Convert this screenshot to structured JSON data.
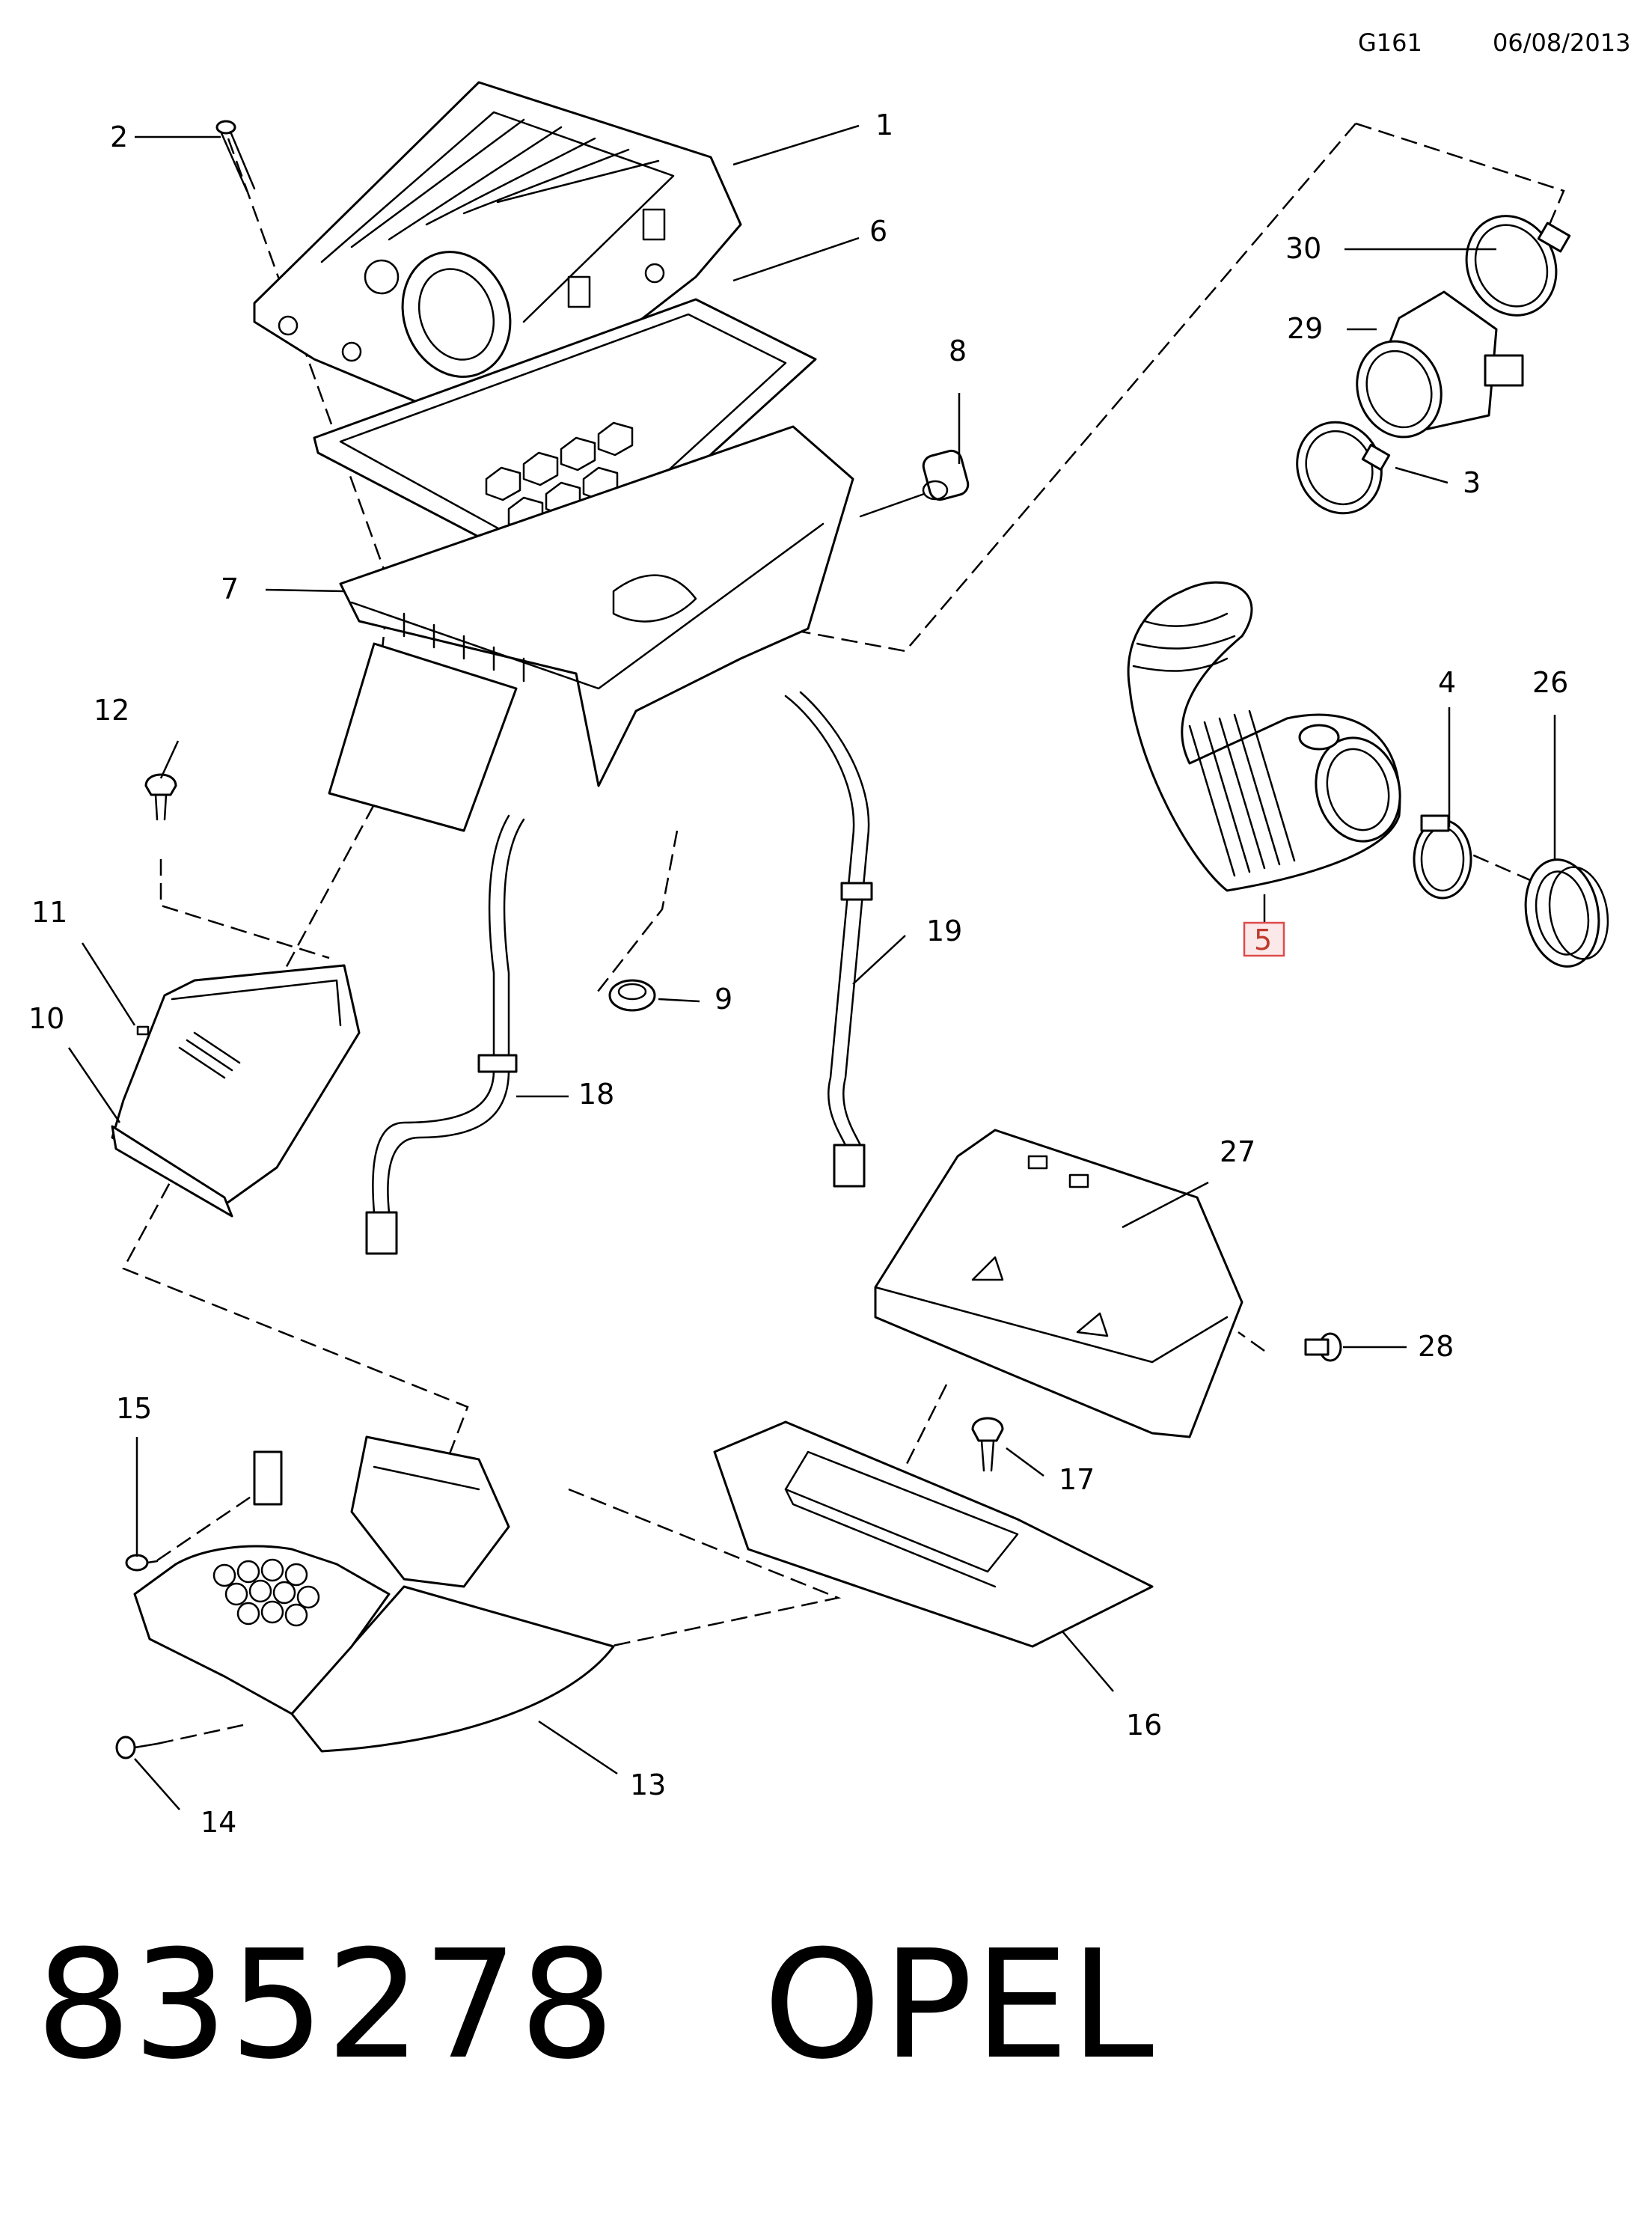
{
  "header": {
    "code": "G161",
    "date": "06/08/2013"
  },
  "callouts": {
    "c1": "1",
    "c2": "2",
    "c3": "3",
    "c4": "4",
    "c5": "5",
    "c6": "6",
    "c7": "7",
    "c8": "8",
    "c9": "9",
    "c10": "10",
    "c11": "11",
    "c12": "12",
    "c13": "13",
    "c14": "14",
    "c15": "15",
    "c16": "16",
    "c17": "17",
    "c18": "18",
    "c19": "19",
    "c26": "26",
    "c27": "27",
    "c28": "28",
    "c29": "29",
    "c30": "30"
  },
  "highlighted_callout": "5",
  "footer": {
    "part_number": "835278",
    "brand": "OPEL"
  }
}
